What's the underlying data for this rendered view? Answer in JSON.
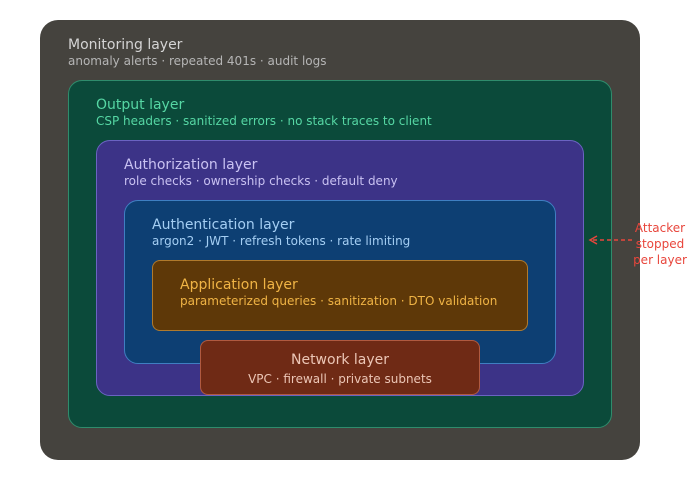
{
  "layers": {
    "monitoring": {
      "title": "Monitoring layer",
      "items": "anomaly alerts · repeated 401s · audit logs"
    },
    "output": {
      "title": "Output layer",
      "items": "CSP headers · sanitized errors · no stack traces to client"
    },
    "authorization": {
      "title": "Authorization layer",
      "items": "role checks · ownership checks · default deny"
    },
    "authentication": {
      "title": "Authentication layer",
      "items": "argon2 · JWT · refresh tokens · rate limiting"
    },
    "application": {
      "title": "Application layer",
      "items": "parameterized queries · sanitization · DTO validation"
    },
    "network": {
      "title": "Network layer",
      "items": "VPC · firewall · private subnets"
    }
  },
  "attacker": {
    "line1": "Attacker",
    "line2": "stopped",
    "line3": "per layer"
  },
  "colors": {
    "monitoring": "#45433e",
    "output": "#0b4a3a",
    "authorization": "#3c3387",
    "authentication": "#0d3f73",
    "application": "#5e3808",
    "network": "#6f2a15",
    "attacker": "#e8463c"
  }
}
